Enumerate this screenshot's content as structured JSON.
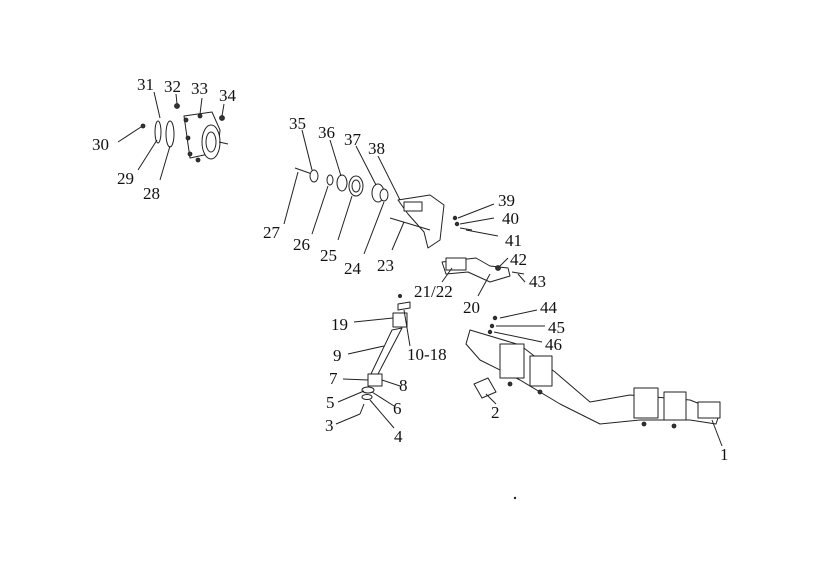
{
  "diagram": {
    "colors": {
      "line": "#222222",
      "text": "#111111",
      "background": "#ffffff"
    },
    "labels": [
      {
        "id": "l31",
        "text": "31"
      },
      {
        "id": "l32",
        "text": "32"
      },
      {
        "id": "l33",
        "text": "33"
      },
      {
        "id": "l34",
        "text": "34"
      },
      {
        "id": "l30",
        "text": "30"
      },
      {
        "id": "l29",
        "text": "29"
      },
      {
        "id": "l28",
        "text": "28"
      },
      {
        "id": "l35",
        "text": "35"
      },
      {
        "id": "l36",
        "text": "36"
      },
      {
        "id": "l37",
        "text": "37"
      },
      {
        "id": "l38",
        "text": "38"
      },
      {
        "id": "l27",
        "text": "27"
      },
      {
        "id": "l26",
        "text": "26"
      },
      {
        "id": "l25",
        "text": "25"
      },
      {
        "id": "l24",
        "text": "24"
      },
      {
        "id": "l23",
        "text": "23"
      },
      {
        "id": "l39",
        "text": "39"
      },
      {
        "id": "l40",
        "text": "40"
      },
      {
        "id": "l41",
        "text": "41"
      },
      {
        "id": "l42",
        "text": "42"
      },
      {
        "id": "l43",
        "text": "43"
      },
      {
        "id": "l2122",
        "text": "21/22"
      },
      {
        "id": "l20",
        "text": "20"
      },
      {
        "id": "l44",
        "text": "44"
      },
      {
        "id": "l45",
        "text": "45"
      },
      {
        "id": "l46",
        "text": "46"
      },
      {
        "id": "l19",
        "text": "19"
      },
      {
        "id": "l1018",
        "text": "10-18"
      },
      {
        "id": "l9",
        "text": "9"
      },
      {
        "id": "l7",
        "text": "7"
      },
      {
        "id": "l8",
        "text": "8"
      },
      {
        "id": "l5",
        "text": "5"
      },
      {
        "id": "l6",
        "text": "6"
      },
      {
        "id": "l3",
        "text": "3"
      },
      {
        "id": "l4",
        "text": "4"
      },
      {
        "id": "l2",
        "text": "2"
      },
      {
        "id": "l1",
        "text": "1"
      }
    ]
  }
}
